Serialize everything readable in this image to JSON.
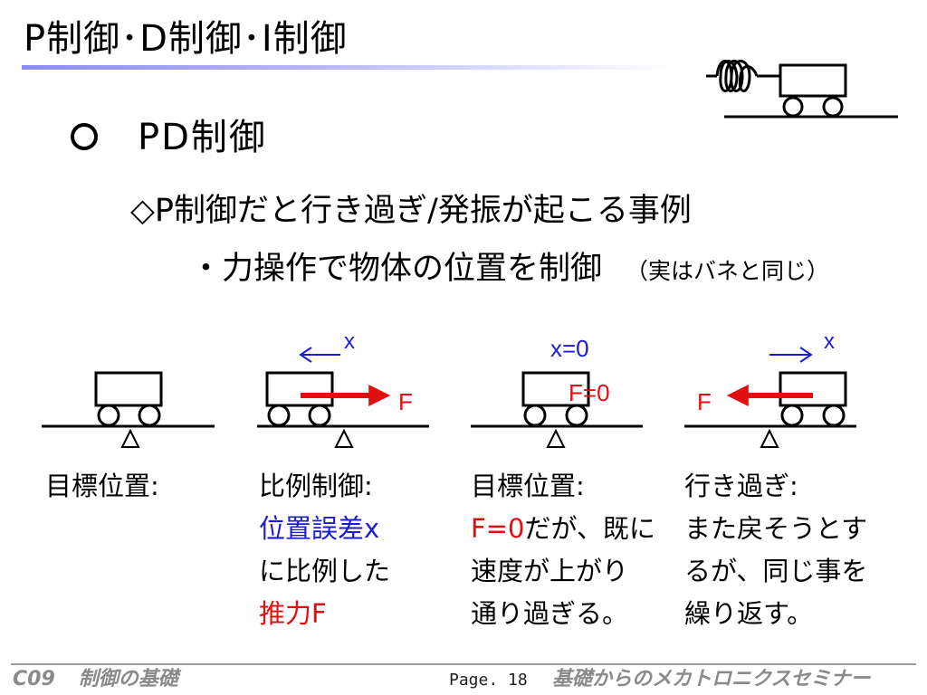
{
  "title": "P制御･D制御･I制御",
  "heading": "PD制御",
  "sub_heading": "◇P制御だと行き過ぎ/発振が起こる事例",
  "bullet": "・力操作で物体の位置を制御",
  "bullet_aside": "（実はバネと同じ）",
  "panels": [
    {
      "caption_lines": [
        "目標位置:"
      ]
    },
    {
      "arrow_label": "x",
      "force_label": "F",
      "caption_lines": [
        "比例制御:",
        "位置誤差x",
        "に比例した",
        "推力F"
      ]
    },
    {
      "position_label": "x=0",
      "force_label": "F=0",
      "caption_lines": [
        "目標位置:",
        "F=0",
        "だが、既に",
        "速度が上がり",
        "通り過ぎる。"
      ]
    },
    {
      "arrow_label": "x",
      "force_label": "F",
      "caption_lines": [
        "行き過ぎ:",
        "また戻そうとす",
        "るが、同じ事を",
        "繰り返す。"
      ]
    }
  ],
  "colors": {
    "blue": "#1c1cd6",
    "red": "#e01010",
    "title_bar": "#8c8cf0"
  },
  "footer": {
    "code": "C09",
    "subject": "制御の基礎",
    "page": "Page. 18",
    "series": "基礎からのメカトロニクスセミナー"
  }
}
